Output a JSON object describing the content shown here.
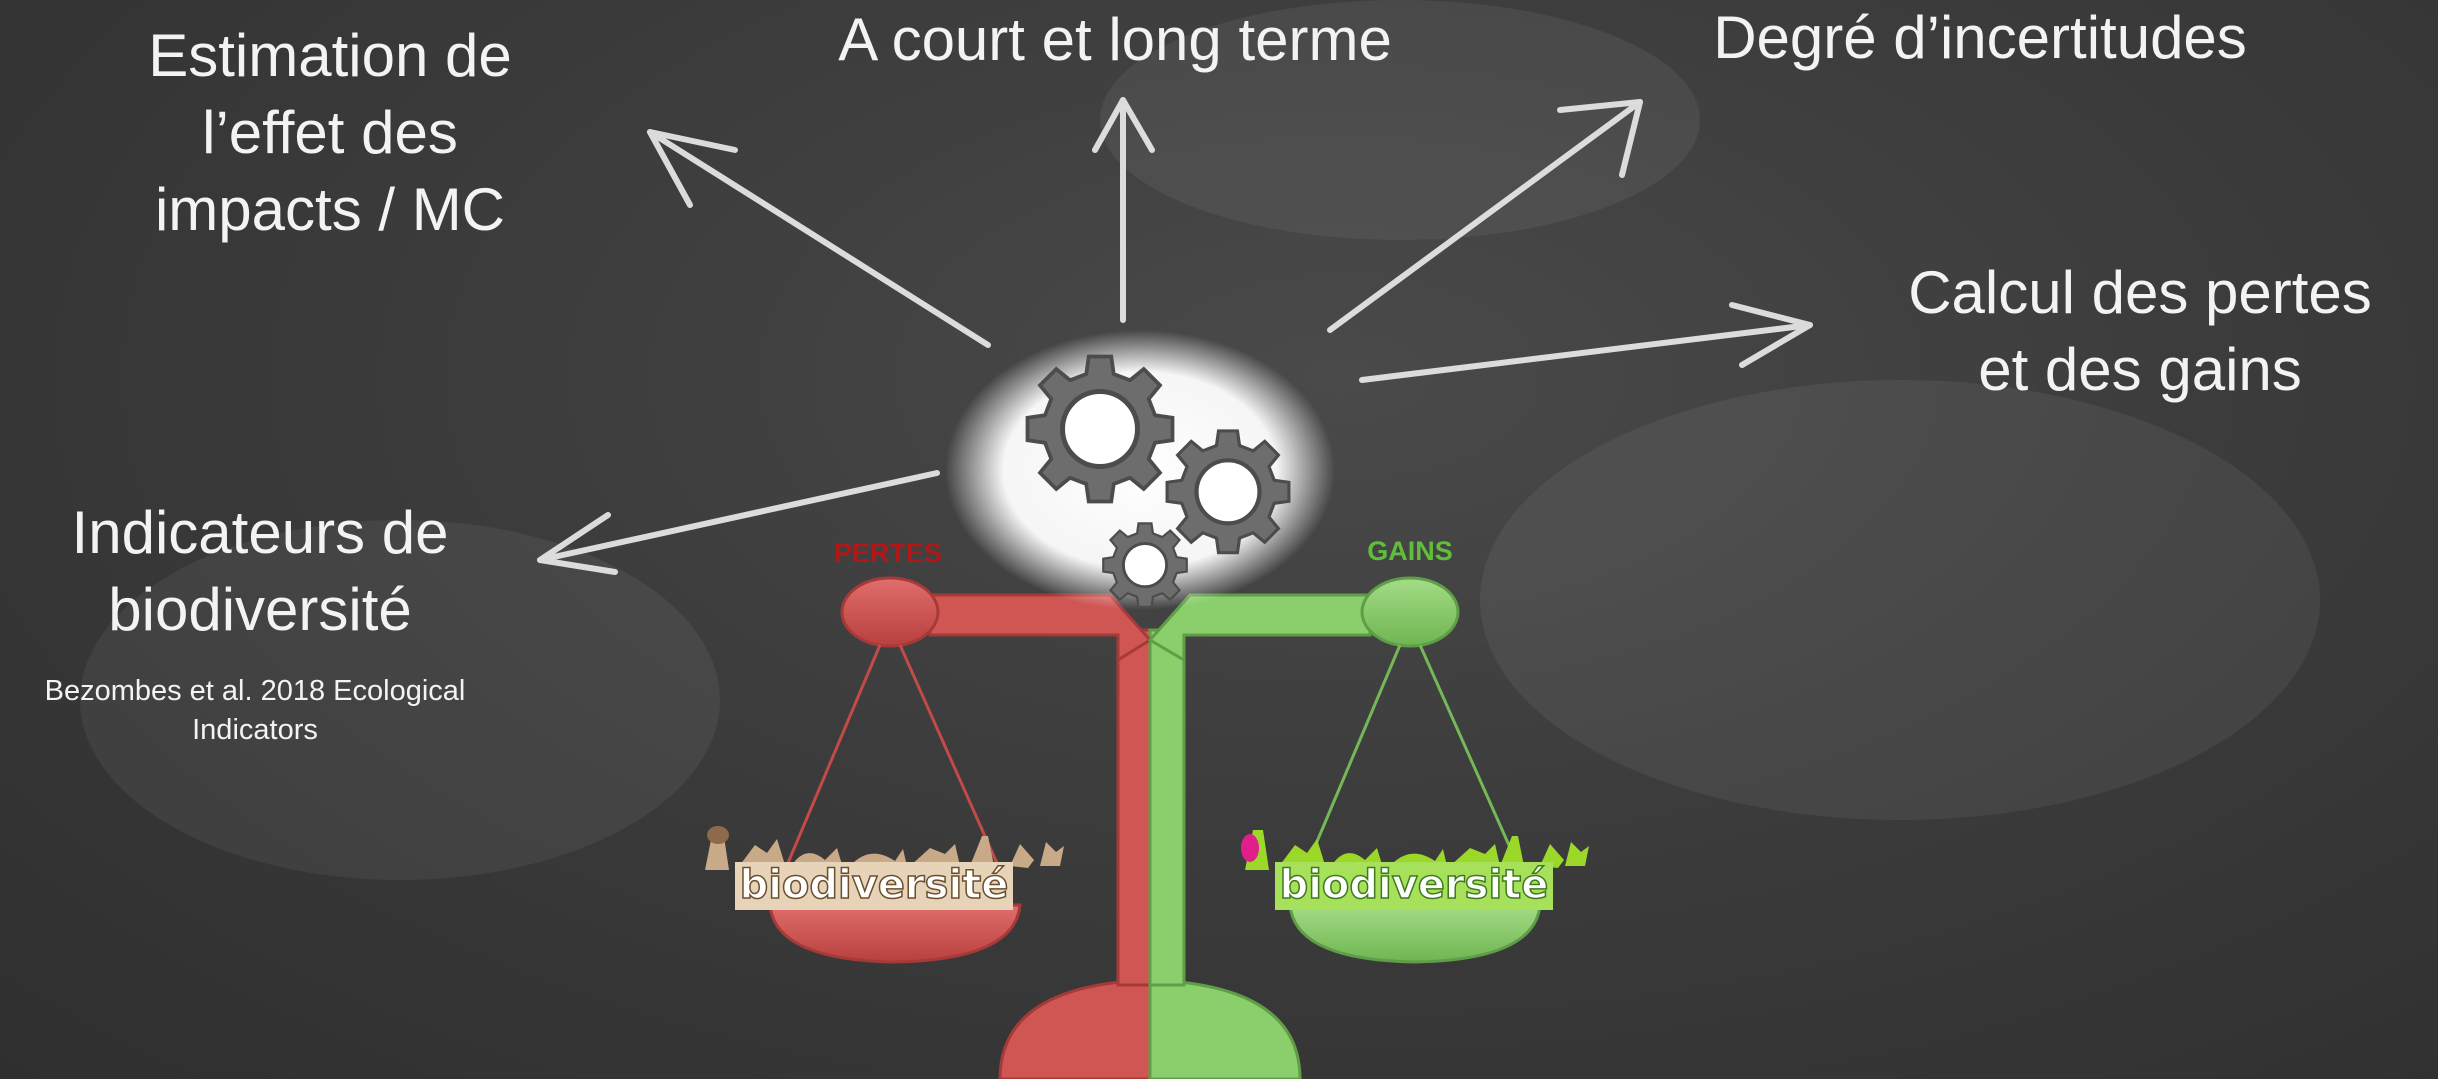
{
  "labels": {
    "estimation": [
      "Estimation de",
      "l’effet des",
      "impacts / MC"
    ],
    "terme": "A court et long terme",
    "incertitudes": "Degré d’incertitudes",
    "calcul": [
      "Calcul des pertes",
      "et des gains"
    ],
    "indicateurs": [
      "Indicateurs de",
      "biodiversité"
    ]
  },
  "citation": [
    "Bezombes et al. 2018 Ecological",
    "Indicators"
  ],
  "balance": {
    "left_title": "PERTES",
    "right_title": "GAINS",
    "left_word": "biodiversité",
    "right_word": "biodiversité"
  },
  "colors": {
    "pertes": "#c2504e",
    "gains": "#7cc45f",
    "chalk": "#f3f3f3"
  }
}
